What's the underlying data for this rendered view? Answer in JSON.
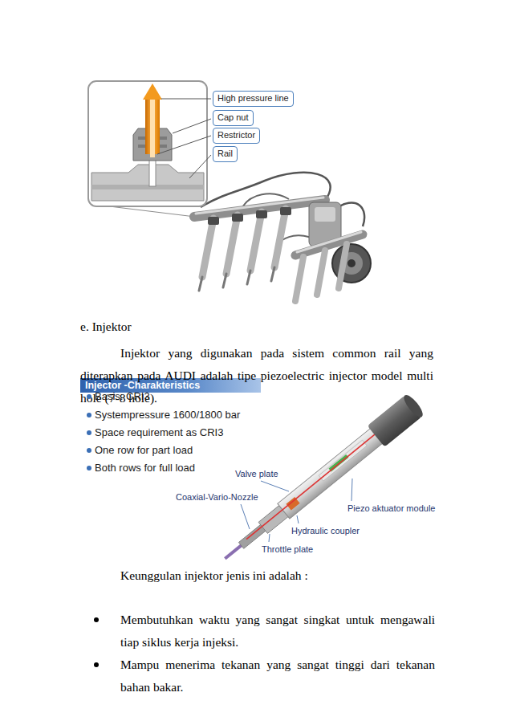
{
  "diagram": {
    "title": "e. Injektor",
    "nodes": [
      {
        "text": [
          "High pressure line"
        ]
      },
      {
        "text": [
          "Cap nut"
        ]
      },
      {
        "text": [
          "Restrictor"
        ]
      },
      {
        "text": [
          "Rail"
        ]
      },
      {
        "text": [
          "Injector -Charakteristics"
        ]
      }
    ],
    "labels": [
      "Injektor yang digunakan pada sistem common rail yang diterapkan pada AUDI adalah tipe piezoelectric injector model multi hole (7-8 hole).",
      "Basis: CRI3",
      "Systempressure 1600/1800 bar",
      "Space requirement as CRI3",
      "One row for part load",
      "Both rows for full load",
      "Valve plate",
      "Coaxial-Vario-Nozzle",
      "Piezo aktuator module",
      "Hydraulic coupler",
      "Throttle plate",
      "Keunggulan injektor jenis ini adalah :",
      "Membutuhkan waktu yang sangat singkat untuk mengawali tiap siklus kerja injeksi.",
      "Mampu menerima tekanan yang sangat tinggi dari tekanan bahan bakar."
    ]
  }
}
